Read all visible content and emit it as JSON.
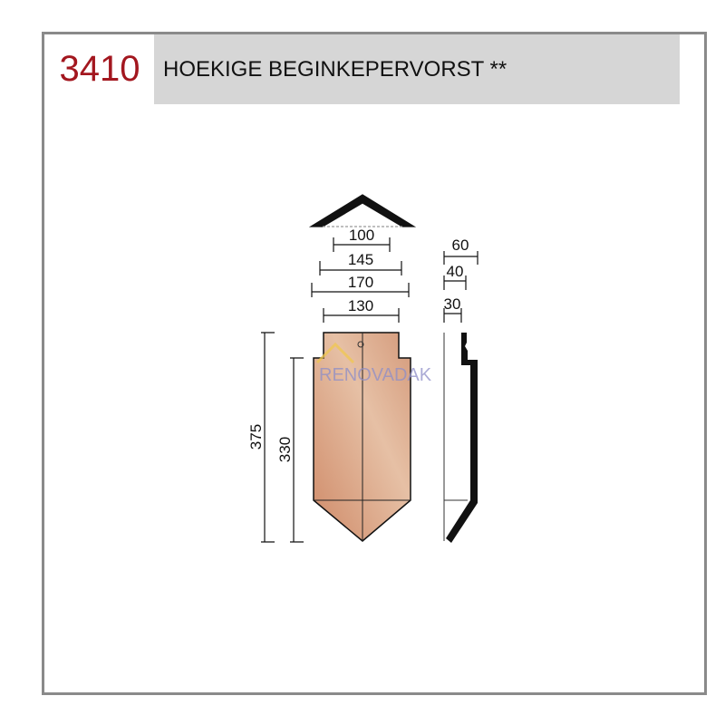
{
  "header": {
    "code": "3410",
    "title": "HOEKIGE BEGINKEPERVORST **"
  },
  "dimensions": {
    "front_widths": [
      "100",
      "145",
      "170",
      "130"
    ],
    "side_widths": [
      "60",
      "40",
      "30"
    ],
    "heights": [
      "375",
      "330"
    ]
  },
  "watermark": "RENOVADAK",
  "colors": {
    "code": "#a3171f",
    "tile": "#d9a283",
    "band": "#d6d6d6"
  }
}
